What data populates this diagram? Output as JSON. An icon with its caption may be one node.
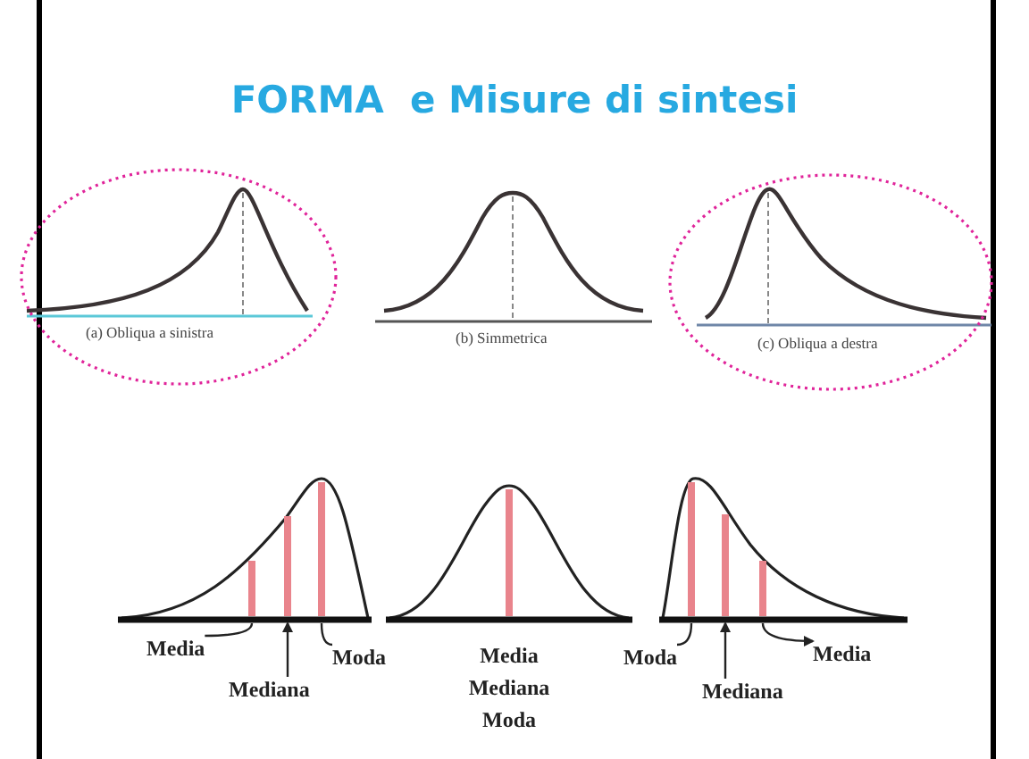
{
  "diagram": {
    "title": "FORMA  e Misure di sintesi",
    "nodes": [
      {
        "text": [
          "Media"
        ]
      },
      {
        "text": [
          "Mediana"
        ]
      },
      {
        "text": [
          "Moda"
        ]
      },
      {
        "text": [
          "Moda"
        ]
      },
      {
        "text": [
          "Mediana"
        ]
      },
      {
        "text": [
          "Media"
        ]
      },
      {
        "text": [],
        "shape": "bar"
      },
      {
        "text": [],
        "shape": "bar"
      },
      {
        "text": [],
        "shape": "bar"
      },
      {
        "text": [],
        "shape": "bar"
      },
      {
        "text": [],
        "shape": "bar"
      },
      {
        "text": [],
        "shape": "bar"
      },
      {
        "text": [],
        "shape": "bar"
      }
    ],
    "edges": [
      {
        "from": 0,
        "to": 6,
        "arrow": "none"
      },
      {
        "from": 1,
        "to": 7,
        "arrow": "to"
      },
      {
        "from": 2,
        "to": 8,
        "arrow": "none"
      },
      {
        "from": 3,
        "to": 10,
        "arrow": "none"
      },
      {
        "from": 4,
        "to": 11,
        "arrow": "to"
      },
      {
        "from": 12,
        "to": 5,
        "arrow": "to"
      }
    ],
    "labels": [
      "(a) Obliqua a sinistra",
      "(b) Simmetrica",
      "(c) Obliqua a destra",
      "Media",
      "Mediana",
      "Moda"
    ]
  }
}
